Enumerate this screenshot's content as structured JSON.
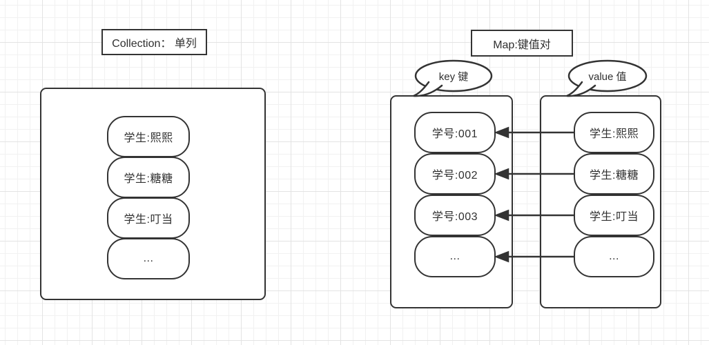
{
  "colors": {
    "stroke": "#333333",
    "text": "#2f2f2f",
    "background": "#ffffff",
    "grid_minor": "#f1f1f1",
    "grid_major": "#e3e3e3"
  },
  "collection": {
    "title": "Collection： 单列",
    "items": [
      "学生:熙熙",
      "学生:糖糖",
      "学生:叮当",
      "..."
    ]
  },
  "map": {
    "title": "Map:键值对",
    "key_bubble_label": "key 键",
    "value_bubble_label": "value 值",
    "keys": [
      "学号:001",
      "学号:002",
      "学号:003",
      "..."
    ],
    "values": [
      "学生:熙熙",
      "学生:糖糖",
      "学生:叮当",
      "..."
    ]
  }
}
